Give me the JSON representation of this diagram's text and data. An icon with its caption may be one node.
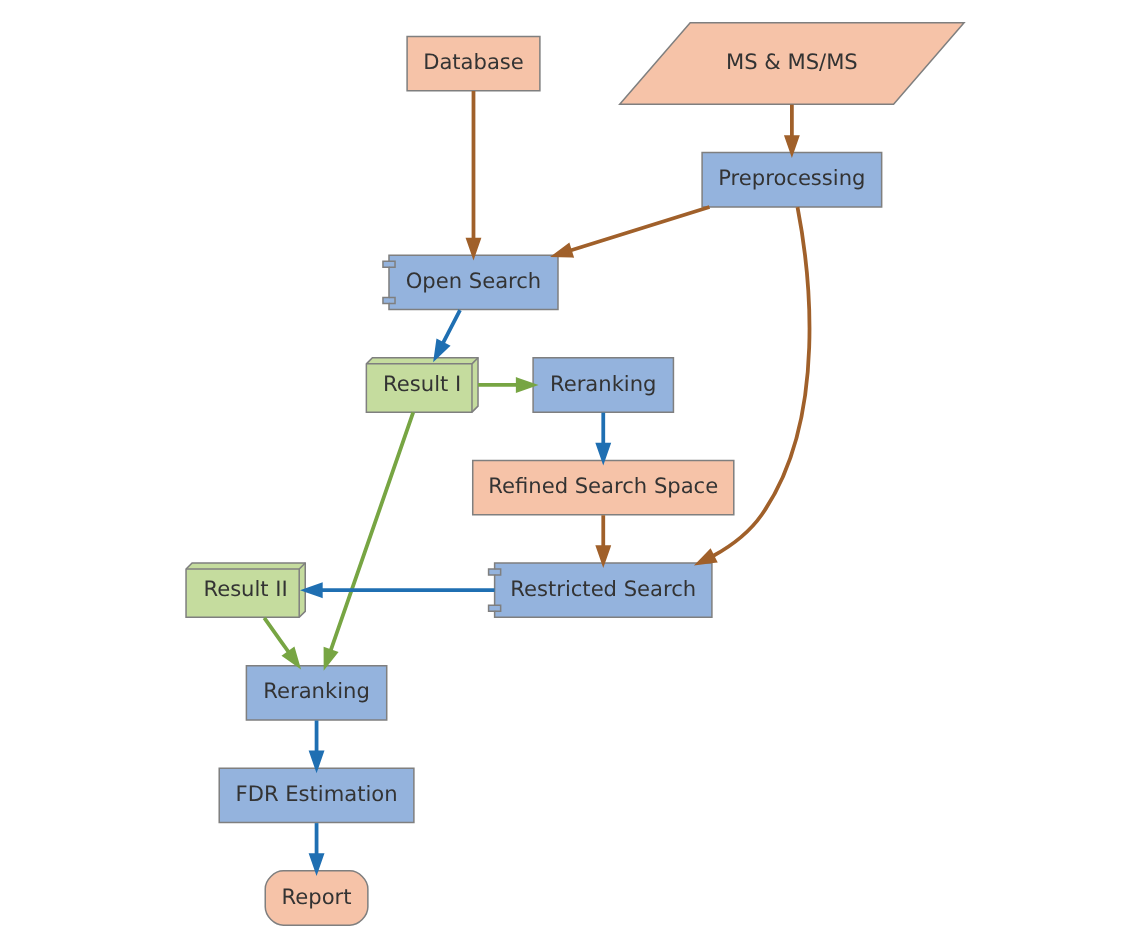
{
  "diagram": {
    "nodes": [
      {
        "text": [
          "MS & MS/MS"
        ]
      },
      {
        "text": [
          "Database"
        ]
      },
      {
        "text": [
          "Preprocessing"
        ]
      },
      {
        "text": [
          "Report"
        ]
      },
      {
        "text": [
          "Open Search"
        ]
      },
      {
        "text": [
          "FDR Estimation"
        ]
      },
      {
        "text": [
          "Reranking"
        ]
      },
      {
        "text": [
          "Result I"
        ]
      },
      {
        "text": [
          "Refined Search Space"
        ]
      },
      {
        "text": [
          "Reranking"
        ]
      },
      {
        "text": [
          "Restricted Search"
        ]
      },
      {
        "text": [
          "Result II"
        ]
      }
    ],
    "edges": [
      {
        "from": 0,
        "to": 2,
        "arrow": "to",
        "color": "#a0602a"
      },
      {
        "from": 1,
        "to": 4,
        "arrow": "to",
        "color": "#a0602a"
      },
      {
        "from": 2,
        "to": 4,
        "arrow": "to",
        "color": "#a0602a"
      },
      {
        "from": 2,
        "to": 10,
        "arrow": "to",
        "color": "#a0602a"
      },
      {
        "from": 4,
        "to": 7,
        "arrow": "to",
        "color": "#1f6fb2"
      },
      {
        "from": 7,
        "to": 6,
        "arrow": "to",
        "color": "#77a543"
      },
      {
        "from": 6,
        "to": 8,
        "arrow": "to",
        "color": "#1f6fb2"
      },
      {
        "from": 7,
        "to": 9,
        "arrow": "to",
        "color": "#77a543"
      },
      {
        "from": 8,
        "to": 10,
        "arrow": "to",
        "color": "#a0602a"
      },
      {
        "from": 10,
        "to": 11,
        "arrow": "to",
        "color": "#1f6fb2"
      },
      {
        "from": 11,
        "to": 9,
        "arrow": "to",
        "color": "#77a543"
      },
      {
        "from": 9,
        "to": 5,
        "arrow": "to",
        "color": "#1f6fb2"
      },
      {
        "from": 5,
        "to": 3,
        "arrow": "to",
        "color": "#1f6fb2"
      }
    ]
  }
}
